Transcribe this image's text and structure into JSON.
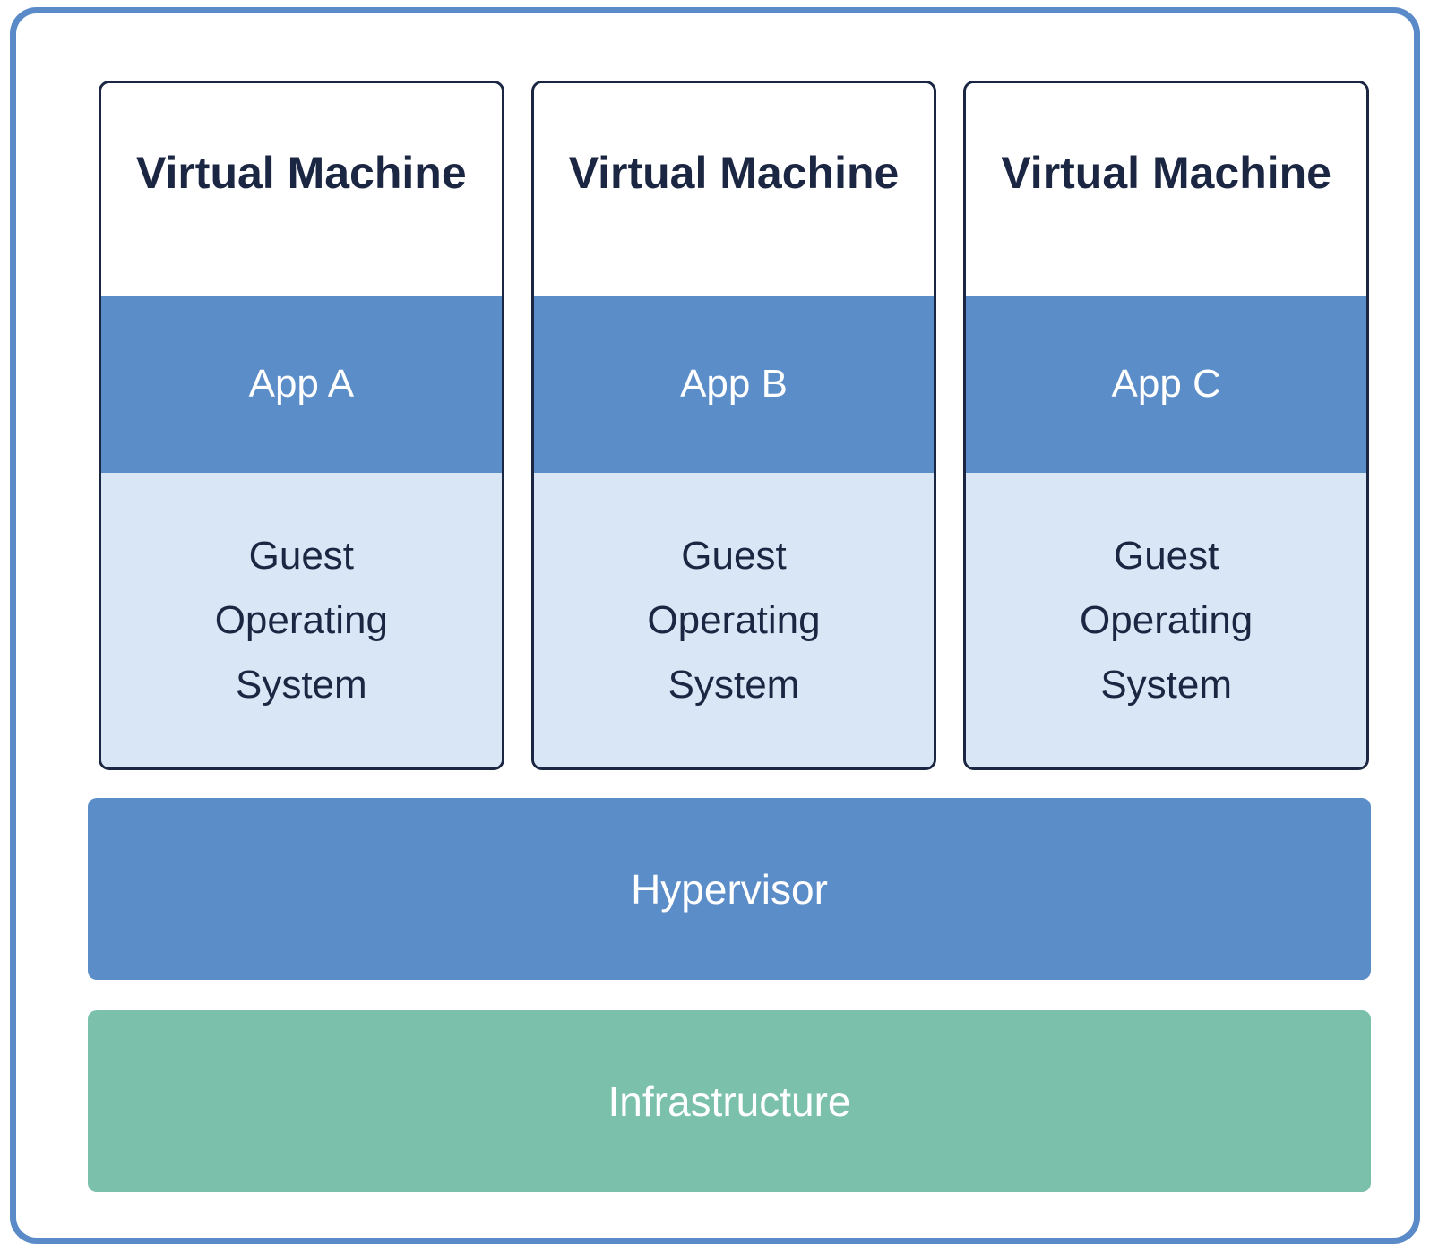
{
  "diagram": {
    "kind": "virtualization-architecture",
    "vms": [
      {
        "title": "Virtual Machine",
        "app": "App A",
        "os": "Guest Operating System"
      },
      {
        "title": "Virtual Machine",
        "app": "App B",
        "os": "Guest Operating System"
      },
      {
        "title": "Virtual Machine",
        "app": "App C",
        "os": "Guest Operating System"
      }
    ],
    "layers": [
      {
        "label": "Hypervisor",
        "color": "#5b8dc9"
      },
      {
        "label": "Infrastructure",
        "color": "#7bc0aa"
      }
    ],
    "colors": {
      "frame_border": "#5b8ac8",
      "vm_border": "#1b2742",
      "vm_title_text": "#1b2742",
      "app_bar": "#5b8dc9",
      "guest_os_bg": "#d9e6f6",
      "guest_os_text": "#1b2742",
      "hypervisor_bg": "#5b8dc9",
      "infrastructure_bg": "#7bc0aa",
      "layer_text": "#ffffff"
    }
  }
}
